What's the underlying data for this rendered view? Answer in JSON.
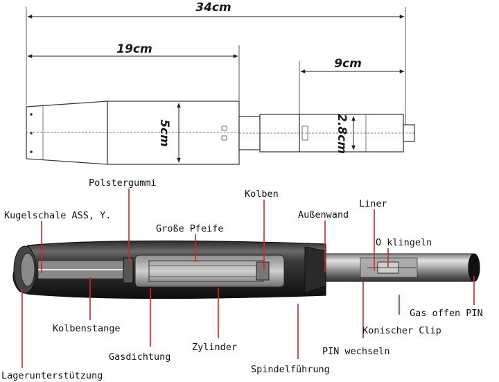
{
  "dimensions": {
    "overall": "34cm",
    "body_length": "19cm",
    "stroke": "9cm",
    "body_diameter": "5cm",
    "rod_diameter": "2.8cm"
  },
  "labels": {
    "polstergummi": "Polstergummi",
    "kugelschale": "Kugelschale ASS, Y.",
    "kolben": "Kolben",
    "liner": "Liner",
    "aussenwand": "Außenwand",
    "grosse_pfeife": "Große Pfeife",
    "o_klingeln": "O klingeln",
    "gas_offen_pin": "Gas offen PIN",
    "kolbenstange": "Kolbenstange",
    "konischer_clip": "Konischer Clip",
    "zylinder": "Zylinder",
    "pin_wechseln": "PIN wechseln",
    "gasdichtung": "Gasdichtung",
    "spindelfuehrung": "Spindelführung",
    "lagerunterstuetzung": "Lagerunterstützung"
  },
  "colors": {
    "leader": "#e02020",
    "outline": "#333333"
  }
}
